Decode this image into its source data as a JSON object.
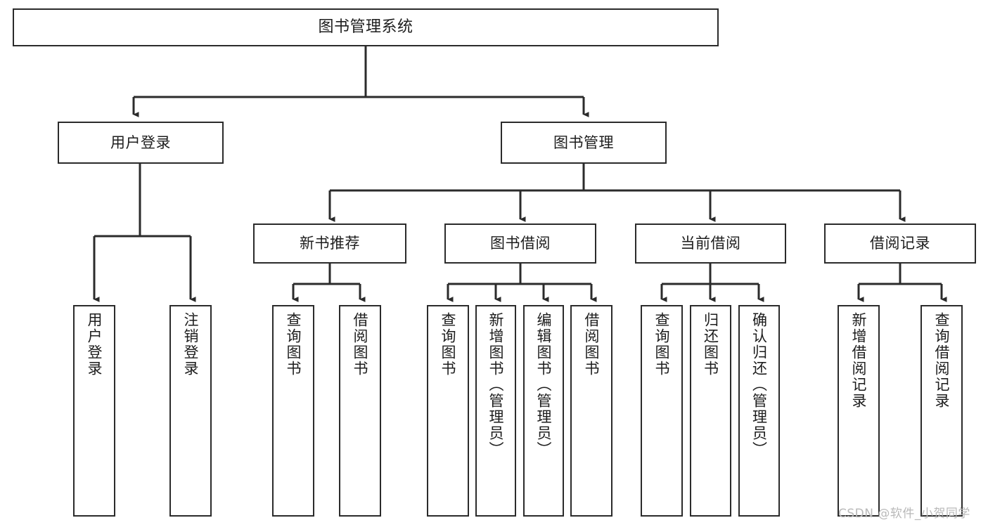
{
  "diagram": {
    "title": "图书管理系统",
    "type": "hierarchy-tree",
    "watermark": "CSDN @软件_小贺同学",
    "colors": {
      "stroke": "#2b2b2b",
      "fill": "#ffffff",
      "text": "#1d1d1d",
      "watermark": "#b9b9b9"
    },
    "levels": {
      "root": "图书管理系统",
      "level2": [
        "用户登录",
        "图书管理"
      ],
      "level3": [
        "新书推荐",
        "图书借阅",
        "当前借阅",
        "借阅记录"
      ]
    },
    "nodes": {
      "root": {
        "label": "图书管理系统"
      },
      "user_login": {
        "label": "用户登录"
      },
      "book_manage": {
        "label": "图书管理"
      },
      "new_book_rec": {
        "label": "新书推荐"
      },
      "book_borrow": {
        "label": "图书借阅"
      },
      "current_borrow": {
        "label": "当前借阅"
      },
      "borrow_record": {
        "label": "借阅记录"
      },
      "leaf_user_login": {
        "label": "用户登录"
      },
      "leaf_logout": {
        "label": "注销登录"
      },
      "leaf_query_book_1": {
        "label": "查询图书"
      },
      "leaf_borrow_book_1": {
        "label": "借阅图书"
      },
      "leaf_query_book_2": {
        "label": "查询图书"
      },
      "leaf_add_book": {
        "label": "新增图书（管理员）"
      },
      "leaf_edit_book": {
        "label": "编辑图书（管理员）"
      },
      "leaf_borrow_book_2": {
        "label": "借阅图书"
      },
      "leaf_query_book_3": {
        "label": "查询图书"
      },
      "leaf_return_book": {
        "label": "归还图书"
      },
      "leaf_confirm_return": {
        "label": "确认归还（管理员）"
      },
      "leaf_add_record": {
        "label": "新增借阅记录"
      },
      "leaf_query_record": {
        "label": "查询借阅记录"
      }
    },
    "edges": [
      {
        "from": "root",
        "to": "user_login"
      },
      {
        "from": "root",
        "to": "book_manage"
      },
      {
        "from": "user_login",
        "to": "leaf_user_login"
      },
      {
        "from": "user_login",
        "to": "leaf_logout"
      },
      {
        "from": "book_manage",
        "to": "new_book_rec"
      },
      {
        "from": "book_manage",
        "to": "book_borrow"
      },
      {
        "from": "book_manage",
        "to": "current_borrow"
      },
      {
        "from": "book_manage",
        "to": "borrow_record"
      },
      {
        "from": "new_book_rec",
        "to": "leaf_query_book_1"
      },
      {
        "from": "new_book_rec",
        "to": "leaf_borrow_book_1"
      },
      {
        "from": "book_borrow",
        "to": "leaf_query_book_2"
      },
      {
        "from": "book_borrow",
        "to": "leaf_add_book"
      },
      {
        "from": "book_borrow",
        "to": "leaf_edit_book"
      },
      {
        "from": "book_borrow",
        "to": "leaf_borrow_book_2"
      },
      {
        "from": "current_borrow",
        "to": "leaf_query_book_3"
      },
      {
        "from": "current_borrow",
        "to": "leaf_return_book"
      },
      {
        "from": "current_borrow",
        "to": "leaf_confirm_return"
      },
      {
        "from": "borrow_record",
        "to": "leaf_add_record"
      },
      {
        "from": "borrow_record",
        "to": "leaf_query_record"
      }
    ]
  }
}
